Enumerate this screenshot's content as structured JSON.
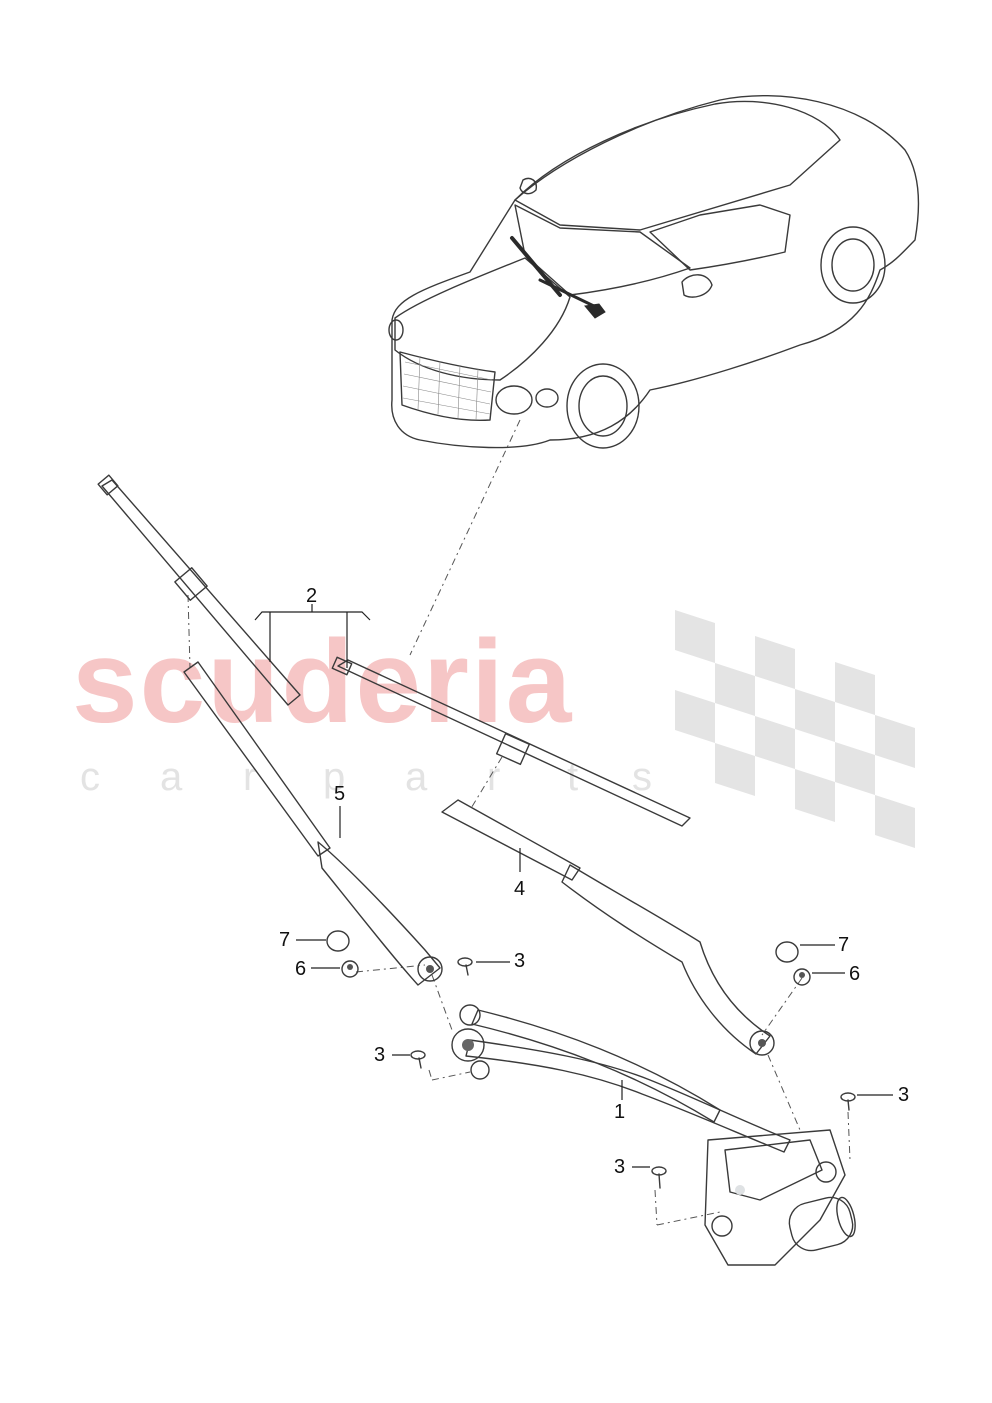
{
  "watermark": {
    "brand": "scuderia",
    "tagline_letters": [
      "c",
      "a",
      "r",
      "p",
      "a",
      "r",
      "t",
      "s"
    ]
  },
  "callouts": [
    {
      "id": "1",
      "label": "1"
    },
    {
      "id": "2",
      "label": "2"
    },
    {
      "id": "3a",
      "label": "3"
    },
    {
      "id": "3b",
      "label": "3"
    },
    {
      "id": "3c",
      "label": "3"
    },
    {
      "id": "3d",
      "label": "3"
    },
    {
      "id": "4",
      "label": "4"
    },
    {
      "id": "5",
      "label": "5"
    },
    {
      "id": "6a",
      "label": "6"
    },
    {
      "id": "6b",
      "label": "6"
    },
    {
      "id": "7a",
      "label": "7"
    },
    {
      "id": "7b",
      "label": "7"
    }
  ],
  "colors": {
    "watermark_red": "#f6c6c6",
    "watermark_grey": "#e3e3e3",
    "car_body": "#eceeee",
    "glass": "#c9d2d6",
    "blade": "#cfd4d8",
    "arm": "#bfc5ca",
    "highlight_wiper": "#2a2a2a"
  }
}
